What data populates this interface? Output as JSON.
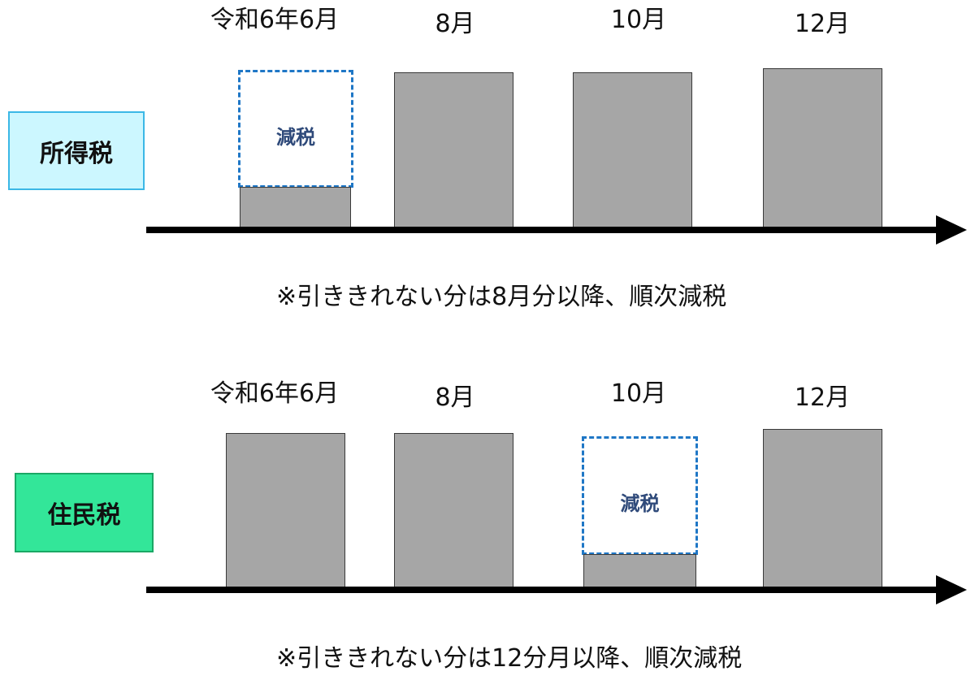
{
  "income_tax": {
    "label": "所得税",
    "months": [
      "令和6年6月",
      "8月",
      "10月",
      "12月"
    ],
    "reduction_label": "減税",
    "note": "※引ききれない分は8月分以降、順次減税"
  },
  "resident_tax": {
    "label": "住民税",
    "months": [
      "令和6年6月",
      "8月",
      "10月",
      "12月"
    ],
    "reduction_label": "減税",
    "note": "※引ききれない分は12分月以降、順次減税"
  },
  "colors": {
    "bar": "#a6a6a6",
    "reduction_border": "#1f77c6",
    "income_tax_label_bg": "#ccf7ff",
    "resident_tax_label_bg": "#33e699"
  }
}
